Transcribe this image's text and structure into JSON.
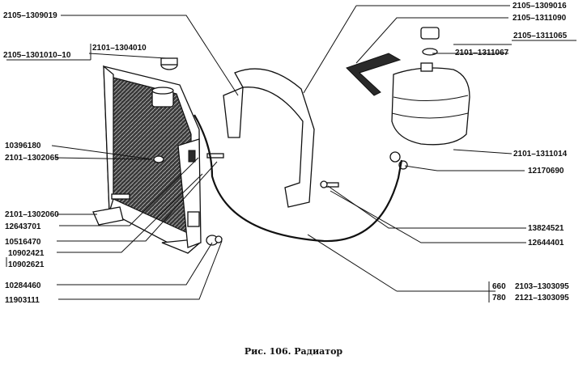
{
  "caption": "Рис. 106. Радиатор",
  "labels": {
    "l_2105_1309019": "2105–1309019",
    "l_2105_1301010_10": "2105–1301010–10",
    "l_2101_1304010": "2101–1304010",
    "l_10396180": "10396180",
    "l_2101_1302065": "2101–1302065",
    "l_2101_1302060": "2101–1302060",
    "l_12643701": "12643701",
    "l_10516470": "10516470",
    "l_10902421": "10902421",
    "l_10902621": "10902621",
    "l_10284460": "10284460",
    "l_11903111": "11903111",
    "l_2105_1309016": "2105–1309016",
    "l_2105_1311090": "2105–1311090",
    "l_2105_1311065": "2105–1311065",
    "l_2101_1311067": "2101–1311067",
    "l_2101_1311014": "2101–1311014",
    "l_12170690": "12170690",
    "l_13824521": "13824521",
    "l_12644401": "12644401",
    "l_660": "660",
    "l_2103_1303095": "2103–1303095",
    "l_780": "780",
    "l_2121_1303095": "2121–1303095"
  }
}
